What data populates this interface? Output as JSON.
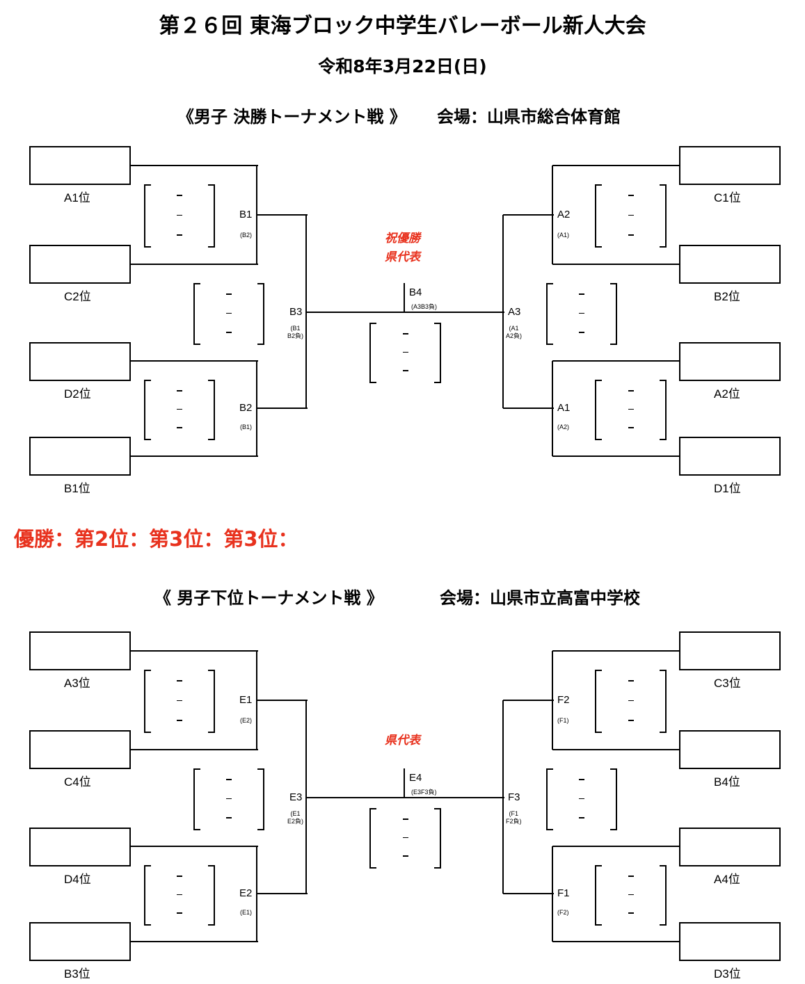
{
  "title": "第２６回 東海ブロック中学生バレーボール新人大会",
  "date": "令和8年3月22日(日)",
  "result_line": "優勝：第2位：第3位：第3位：",
  "brackets": [
    {
      "heading": "《男子 決勝トーナメント戦 》",
      "venue": "会場：山県市総合体育館",
      "left_teams": [
        "A1位",
        "C2位",
        "D2位",
        "B1位"
      ],
      "right_teams": [
        "C1位",
        "B2位",
        "A2位",
        "D1位"
      ],
      "matches": {
        "l1": "B1",
        "l1s": "(B2)",
        "l2": "B2",
        "l2s": "(B1)",
        "l3": "B3",
        "l3s": "(B1\nB2負)",
        "c": "B4",
        "cs": "(A3B3負)",
        "r1": "A2",
        "r1s": "(A1)",
        "r2": "A1",
        "r2s": "(A2)",
        "r3": "A3",
        "r3s": "(A1\nA2負)"
      },
      "red_lines": [
        "祝優勝",
        "県代表"
      ]
    },
    {
      "heading": "《 男子下位トーナメント戦 》",
      "venue": "会場：山県市立高富中学校",
      "left_teams": [
        "A3位",
        "C4位",
        "D4位",
        "B3位"
      ],
      "right_teams": [
        "C3位",
        "B4位",
        "A4位",
        "D3位"
      ],
      "matches": {
        "l1": "E1",
        "l1s": "(E2)",
        "l2": "E2",
        "l2s": "(E1)",
        "l3": "E3",
        "l3s": "(E1\nE2負)",
        "c": "E4",
        "cs": "(E3F3負)",
        "r1": "F2",
        "r1s": "(F1)",
        "r2": "F1",
        "r2s": "(F2)",
        "r3": "F3",
        "r3s": "(F1\nF2負)"
      },
      "red_lines": [
        "県代表"
      ]
    }
  ],
  "score_dash": "–"
}
